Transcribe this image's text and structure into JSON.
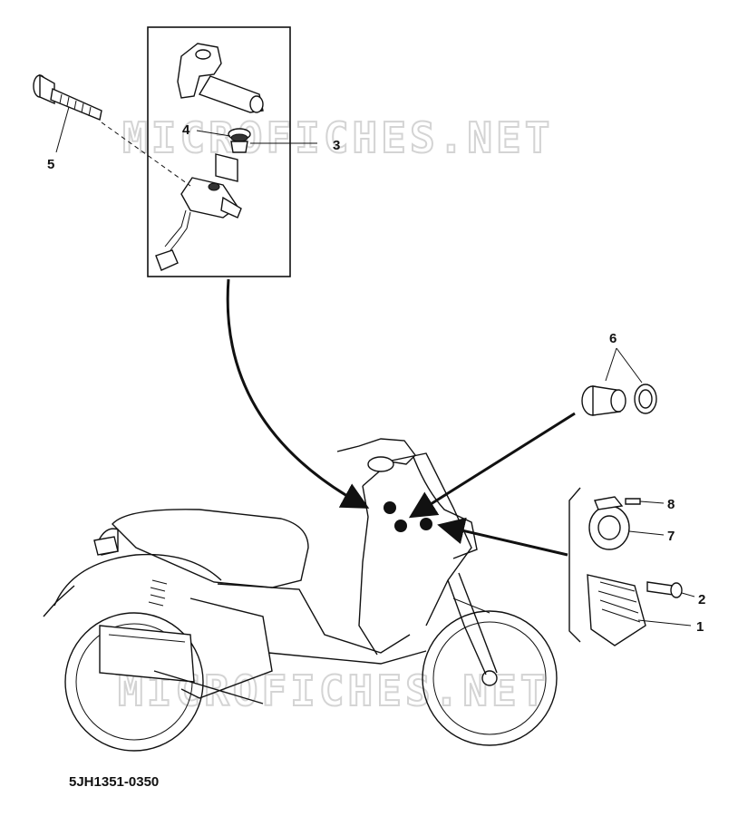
{
  "watermark": "MICROFICHES.NET",
  "callouts": {
    "c1": "1",
    "c2": "2",
    "c3": "3",
    "c4": "4",
    "c5": "5",
    "c6": "6",
    "c7": "7",
    "c8": "8"
  },
  "diagram_code": "5JH1351-0350"
}
